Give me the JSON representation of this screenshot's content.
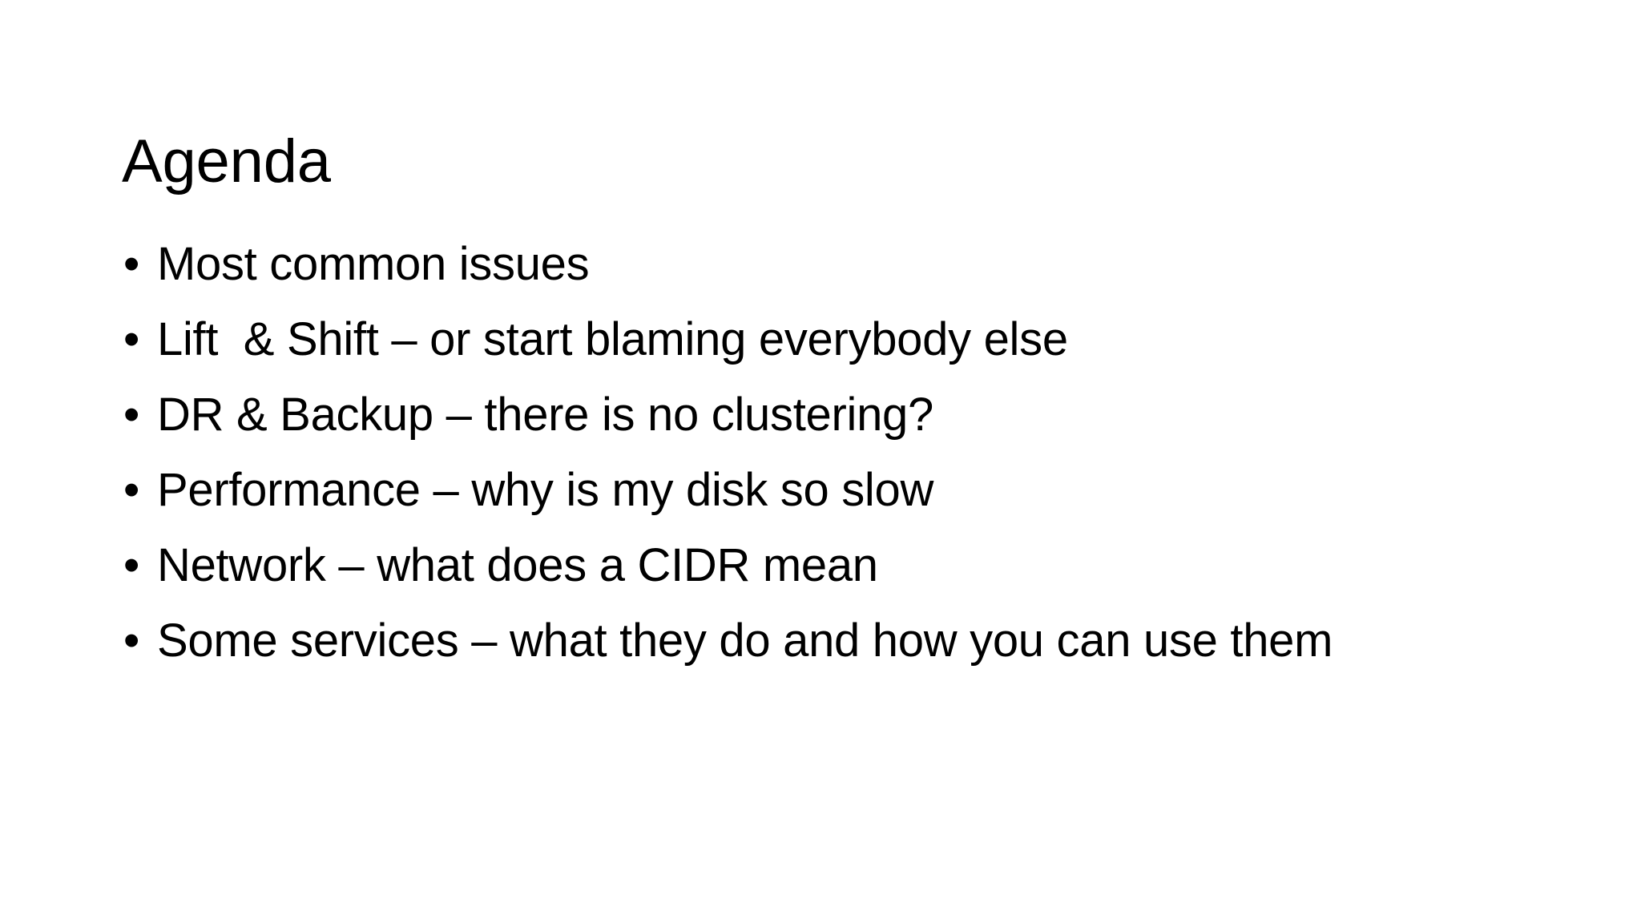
{
  "slide": {
    "title": "Agenda",
    "background_color": "#ffffff",
    "text_color": "#000000",
    "bullet_marker": "•",
    "bullets": [
      {
        "text": "Most common issues"
      },
      {
        "text": "Lift  & Shift – or start blaming everybody else"
      },
      {
        "text": "DR & Backup – there is no clustering?"
      },
      {
        "text": "Performance – why is my disk so slow"
      },
      {
        "text": "Network – what does a CIDR mean"
      },
      {
        "text": "Some services – what they do and how you can use them"
      }
    ]
  }
}
